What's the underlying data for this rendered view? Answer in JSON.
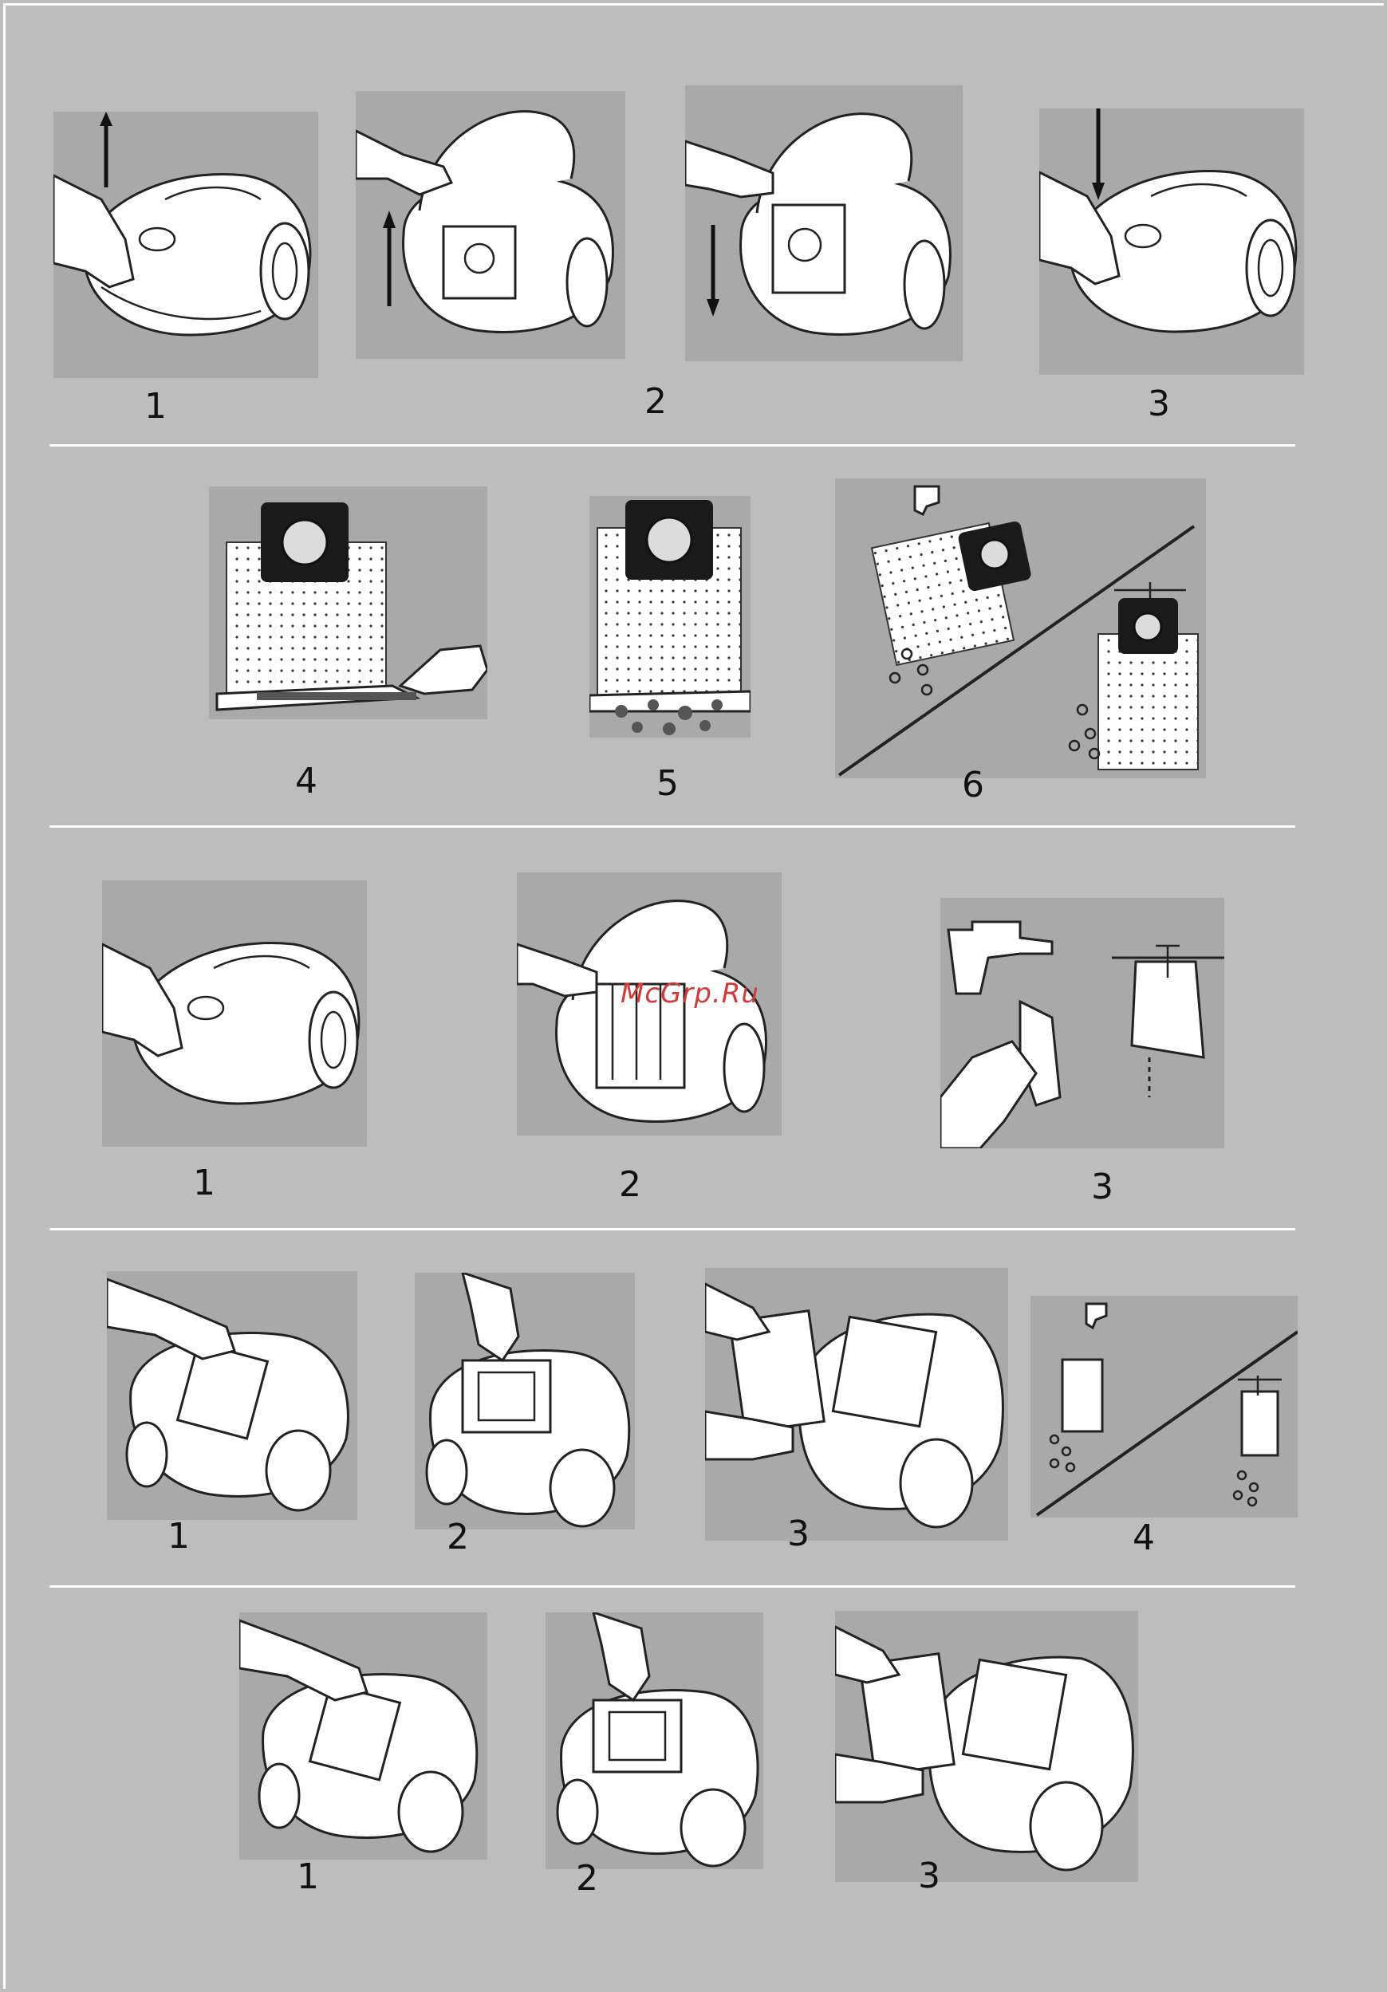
{
  "sections": [
    {
      "name": "bag-replacement",
      "labels": [
        "1",
        "2",
        "3"
      ]
    },
    {
      "name": "bag-cleaning",
      "labels": [
        "4",
        "5",
        "6"
      ]
    },
    {
      "name": "motor-filter",
      "labels": [
        "1",
        "2",
        "3"
      ]
    },
    {
      "name": "exhaust-filter",
      "labels": [
        "1",
        "2",
        "3",
        "4"
      ]
    },
    {
      "name": "hepa-filter",
      "labels": [
        "1",
        "2",
        "3"
      ]
    }
  ],
  "watermark": "McGrp.Ru"
}
